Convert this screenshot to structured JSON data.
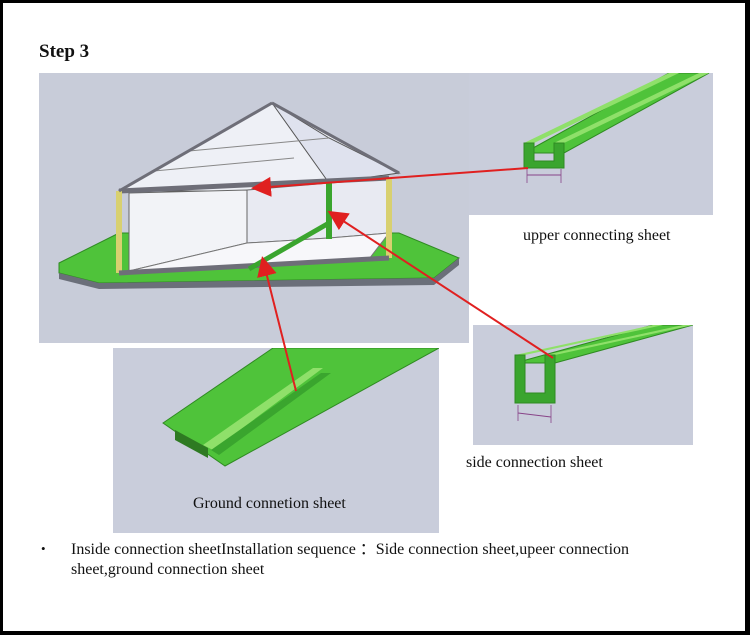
{
  "step_title": "Step 3",
  "captions": {
    "upper": "upper connecting sheet",
    "side": "side connection sheet",
    "ground": "Ground connetion sheet"
  },
  "note": {
    "bullet": "•",
    "text": "Inside connection sheetInstallation sequence ：Side connection sheet,upeer connection sheet,ground connection sheet"
  },
  "colors": {
    "panel_bg": "#c8ccd9",
    "sheet_green": "#4fc33a",
    "sheet_green_light": "#8fe06a",
    "arrow_red": "#e02020",
    "frame_gray": "#6e6e78"
  }
}
